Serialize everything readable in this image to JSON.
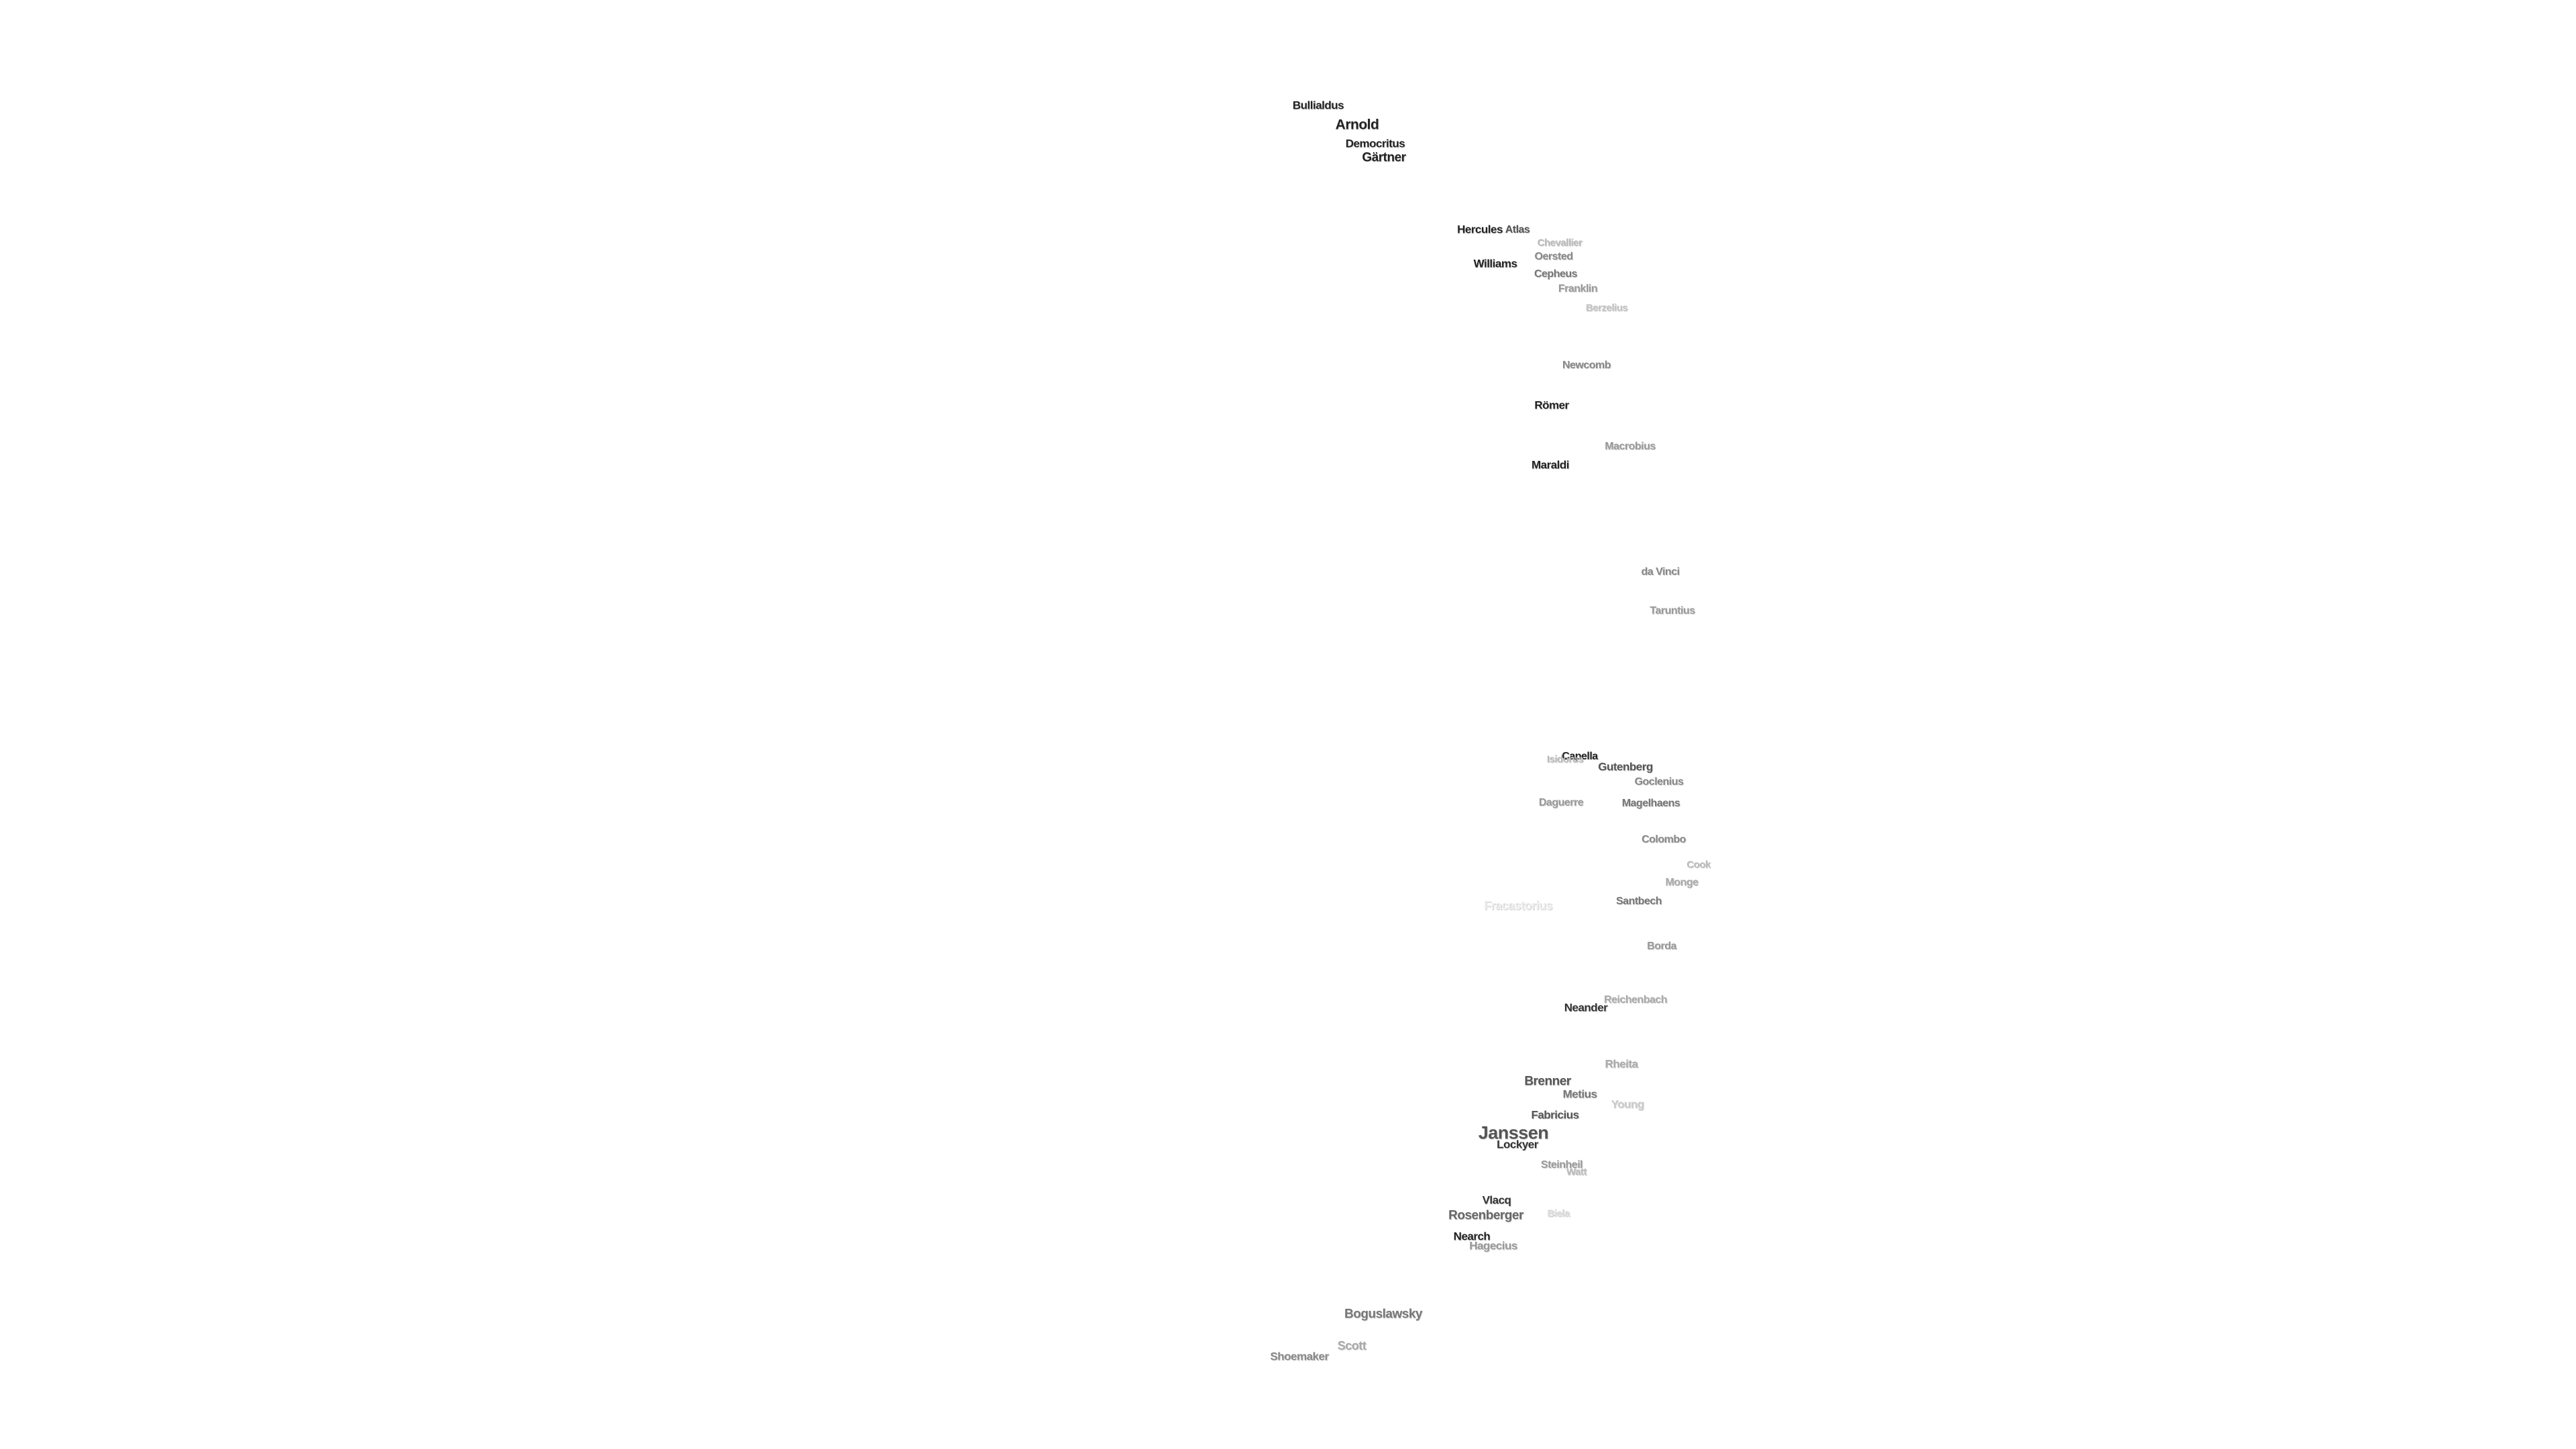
{
  "map": {
    "labels": [
      {
        "name": "Bullialdus",
        "tone": "#222222"
      },
      {
        "name": "Arnold",
        "tone": "#222222"
      },
      {
        "name": "Democritus",
        "tone": "#222222"
      },
      {
        "name": "Gärtner",
        "tone": "#222222"
      },
      {
        "name": "Hercules",
        "tone": "#222222"
      },
      {
        "name": "Atlas",
        "tone": "#555555"
      },
      {
        "name": "Chevallier",
        "tone": "#bbbbbb"
      },
      {
        "name": "Williams",
        "tone": "#222222"
      },
      {
        "name": "Oersted",
        "tone": "#888888"
      },
      {
        "name": "Cepheus",
        "tone": "#777777"
      },
      {
        "name": "Franklin",
        "tone": "#999999"
      },
      {
        "name": "Berzelius",
        "tone": "#c4c4c4"
      },
      {
        "name": "Newcomb",
        "tone": "#888888"
      },
      {
        "name": "Römer",
        "tone": "#222222"
      },
      {
        "name": "Macrobius",
        "tone": "#999999"
      },
      {
        "name": "Maraldi",
        "tone": "#222222"
      },
      {
        "name": "da Vinci",
        "tone": "#888888"
      },
      {
        "name": "Taruntius",
        "tone": "#999999"
      },
      {
        "name": "Capella",
        "tone": "#222222"
      },
      {
        "name": "Isidorus",
        "tone": "#bbbbbb"
      },
      {
        "name": "Gutenberg",
        "tone": "#555555"
      },
      {
        "name": "Goclenius",
        "tone": "#888888"
      },
      {
        "name": "Daguerre",
        "tone": "#999999"
      },
      {
        "name": "Magelhaens",
        "tone": "#777777"
      },
      {
        "name": "Colombo",
        "tone": "#888888"
      },
      {
        "name": "Cook",
        "tone": "#bbbbbb"
      },
      {
        "name": "Monge",
        "tone": "#aaaaaa"
      },
      {
        "name": "Fracastorius",
        "tone": "#eeeeee"
      },
      {
        "name": "Santbech",
        "tone": "#777777"
      },
      {
        "name": "Borda",
        "tone": "#999999"
      },
      {
        "name": "Reichenbach",
        "tone": "#aaaaaa"
      },
      {
        "name": "Neander",
        "tone": "#333333"
      },
      {
        "name": "Rheita",
        "tone": "#aaaaaa"
      },
      {
        "name": "Brenner",
        "tone": "#555555"
      },
      {
        "name": "Metius",
        "tone": "#777777"
      },
      {
        "name": "Young",
        "tone": "#cccccc"
      },
      {
        "name": "Fabricius",
        "tone": "#555555"
      },
      {
        "name": "Janssen",
        "tone": "#555555"
      },
      {
        "name": "Lockyer",
        "tone": "#333333"
      },
      {
        "name": "Steinheil",
        "tone": "#999999"
      },
      {
        "name": "Watt",
        "tone": "#bbbbbb"
      },
      {
        "name": "Vlacq",
        "tone": "#333333"
      },
      {
        "name": "Rosenberger",
        "tone": "#666666"
      },
      {
        "name": "Biela",
        "tone": "#dddddd"
      },
      {
        "name": "Nearch",
        "tone": "#222222"
      },
      {
        "name": "Hagecius",
        "tone": "#999999"
      },
      {
        "name": "Boguslawsky",
        "tone": "#777777"
      },
      {
        "name": "Scott",
        "tone": "#aaaaaa"
      },
      {
        "name": "Shoemaker",
        "tone": "#888888"
      }
    ]
  }
}
